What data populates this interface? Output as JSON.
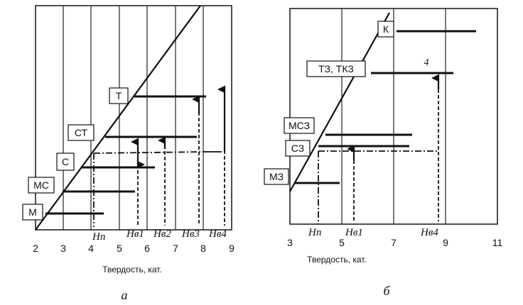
{
  "panel_a": {
    "x_ticks": [
      "2",
      "3",
      "4",
      "5",
      "6",
      "7",
      "8",
      "9"
    ],
    "x_label": "Твердость, кат.",
    "caption": "а",
    "classes": [
      "М",
      "МС",
      "С",
      "СТ",
      "Т"
    ],
    "markers": [
      "Hп",
      "Hв1",
      "Hв2",
      "Hв3",
      "Hв4"
    ]
  },
  "panel_b": {
    "x_ticks": [
      "3",
      "5",
      "7",
      "9",
      "11"
    ],
    "x_label": "Твердость, кат.",
    "caption": "б",
    "classes": [
      "МЗ",
      "СЗ",
      "МСЗ",
      "ТЗ, ТКЗ",
      "К"
    ],
    "markers": [
      "Hп",
      "Hв1",
      "Hв4"
    ],
    "line_number": "4"
  },
  "colors": {
    "ink": "#111111",
    "grid": "#222222",
    "paper": "#ffffff"
  }
}
